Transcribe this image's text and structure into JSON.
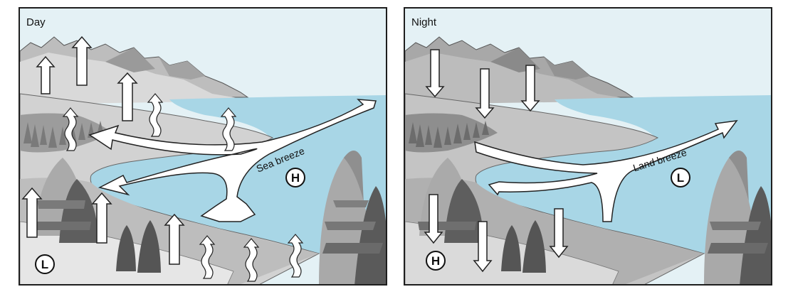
{
  "panels": {
    "day": {
      "title": "Day",
      "breeze_label": "Sea breeze",
      "high_pressure": "H",
      "low_pressure": "L"
    },
    "night": {
      "title": "Night",
      "breeze_label": "Land breeze",
      "high_pressure": "H",
      "low_pressure": "L"
    }
  },
  "colors": {
    "sky": "#dfeef3",
    "water": "#a8d6e6",
    "mountain_dark": "#8c8c8c",
    "mountain_light": "#c8c8c8",
    "land": "#d8d8d8",
    "arrow_fill": "#ffffff",
    "outline": "#222222"
  },
  "icons": [
    "up-arrow-icon",
    "down-arrow-icon",
    "wavy-heat-arrow-icon",
    "tree-icon",
    "pressure-circle-icon"
  ]
}
